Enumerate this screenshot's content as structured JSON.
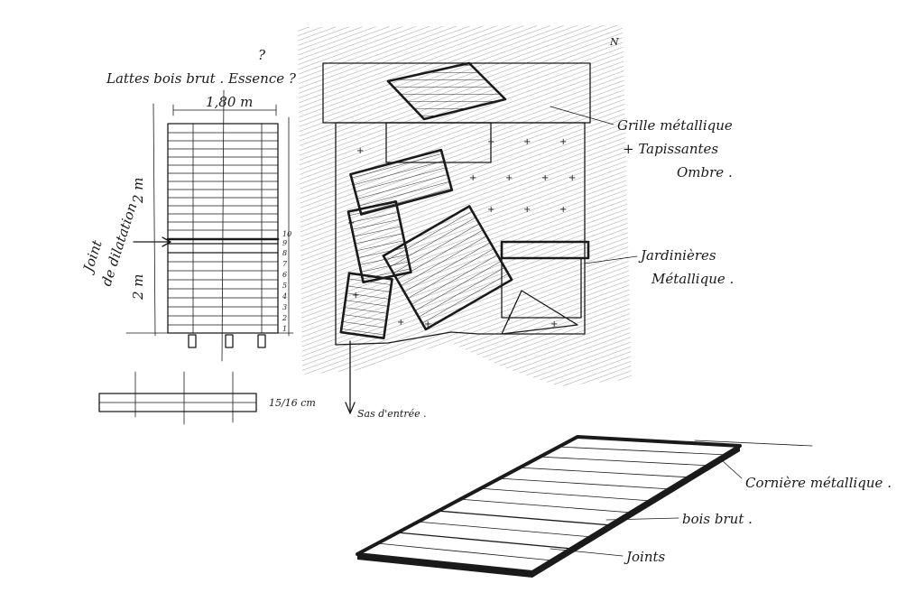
{
  "colors": {
    "ink": "#1a1a1a",
    "paper": "#ffffff",
    "shade": "#8a8a8a"
  },
  "elevation": {
    "title": "Lattes bois brut . Essence ?",
    "width_dim": "1,80 m",
    "height_top": "2 m",
    "height_bottom": "2 m",
    "joint_label_1": "Joint",
    "joint_label_2": "de dilatation",
    "slat_numbers": [
      "10",
      "9",
      "8",
      "7",
      "6",
      "5",
      "4",
      "3",
      "2",
      "1"
    ]
  },
  "section": {
    "thickness": "15/16 cm"
  },
  "plan": {
    "north": "N",
    "label_grille_1": "Grille métallique",
    "label_grille_2": "+ Tapissantes",
    "label_grille_3": "Ombre .",
    "label_jardiniere_1": "Jardinières",
    "label_jardiniere_2": "Métallique .",
    "label_entry": "Sas d'entrée ."
  },
  "perspective": {
    "label_corniere": "Cornière métallique .",
    "label_bois": "bois brut .",
    "label_joints": "Joints"
  }
}
